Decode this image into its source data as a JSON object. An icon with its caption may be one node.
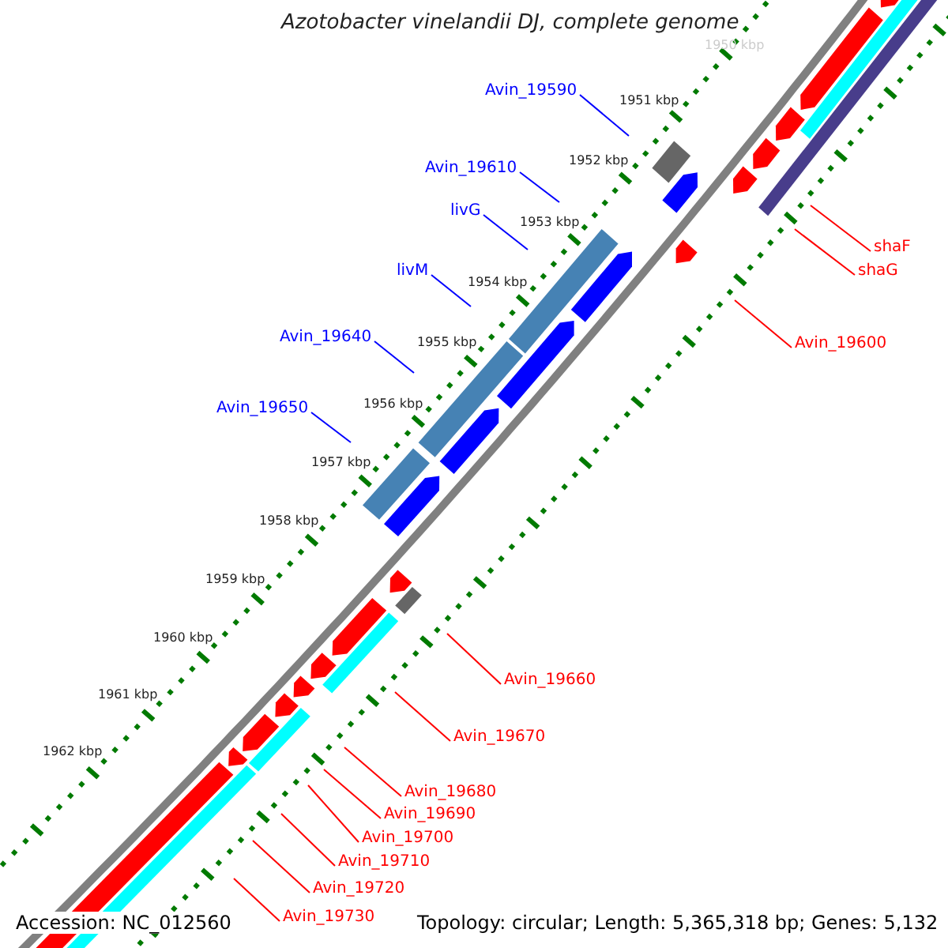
{
  "diagram": {
    "title": "Azotobacter vinelandii DJ, complete genome",
    "nodes": [
      {
        "text": [
          "Avin_19590"
        ]
      },
      {
        "text": [
          "Avin_19610"
        ]
      },
      {
        "text": [
          "livG"
        ]
      },
      {
        "text": [
          "shaF"
        ]
      },
      {
        "text": [
          "shaG"
        ]
      },
      {
        "text": [
          "livM"
        ]
      },
      {
        "text": [
          "Avin_19640"
        ]
      },
      {
        "text": [
          "Avin_19600"
        ]
      },
      {
        "text": [
          "Avin_19650"
        ]
      },
      {
        "text": [
          "Avin_19660"
        ]
      },
      {
        "text": [
          "Avin_19670"
        ]
      },
      {
        "text": [
          "Avin_19680"
        ]
      },
      {
        "text": [
          "Avin_19690"
        ]
      },
      {
        "text": [
          "Avin_19700"
        ]
      },
      {
        "text": [
          "Avin_19710"
        ]
      },
      {
        "text": [
          "Avin_19720"
        ]
      },
      {
        "text": [
          "Avin_19730"
        ]
      }
    ],
    "edges": [
      {
        "from": 0,
        "to": null,
        "arrow": "none",
        "color": "#0000ff"
      },
      {
        "from": 1,
        "to": null,
        "arrow": "none",
        "color": "#0000ff"
      },
      {
        "from": 2,
        "to": null,
        "arrow": "none",
        "color": "#0000ff"
      },
      {
        "from": 3,
        "to": null,
        "arrow": "none"
      },
      {
        "from": 4,
        "to": null,
        "arrow": "none"
      },
      {
        "from": 5,
        "to": null,
        "arrow": "none",
        "color": "#0000ff"
      },
      {
        "from": 6,
        "to": null,
        "arrow": "none",
        "color": "#0000ff"
      },
      {
        "from": 7,
        "to": null,
        "arrow": "none"
      },
      {
        "from": 8,
        "to": null,
        "arrow": "none",
        "color": "#0000ff"
      },
      {
        "from": 9,
        "to": null,
        "arrow": "none"
      },
      {
        "from": 10,
        "to": null,
        "arrow": "none"
      },
      {
        "from": 11,
        "to": null,
        "arrow": "none"
      },
      {
        "from": 12,
        "to": null,
        "arrow": "none"
      },
      {
        "from": 13,
        "to": null,
        "arrow": "none"
      },
      {
        "from": 14,
        "to": null,
        "arrow": "none"
      },
      {
        "from": 15,
        "to": null,
        "arrow": "none"
      },
      {
        "from": 16,
        "to": null,
        "arrow": "none"
      }
    ],
    "labels": [
      "1950 kbp",
      "1951 kbp",
      "1952 kbp",
      "1953 kbp",
      "1954 kbp",
      "1955 kbp",
      "1956 kbp",
      "1957 kbp",
      "1958 kbp",
      "1959 kbp",
      "1960 kbp",
      "1961 kbp",
      "1962 kbp",
      "Accession: NC_012560",
      "Topology: circular; Length: 5,365,318 bp; Genes: 5,132"
    ]
  }
}
